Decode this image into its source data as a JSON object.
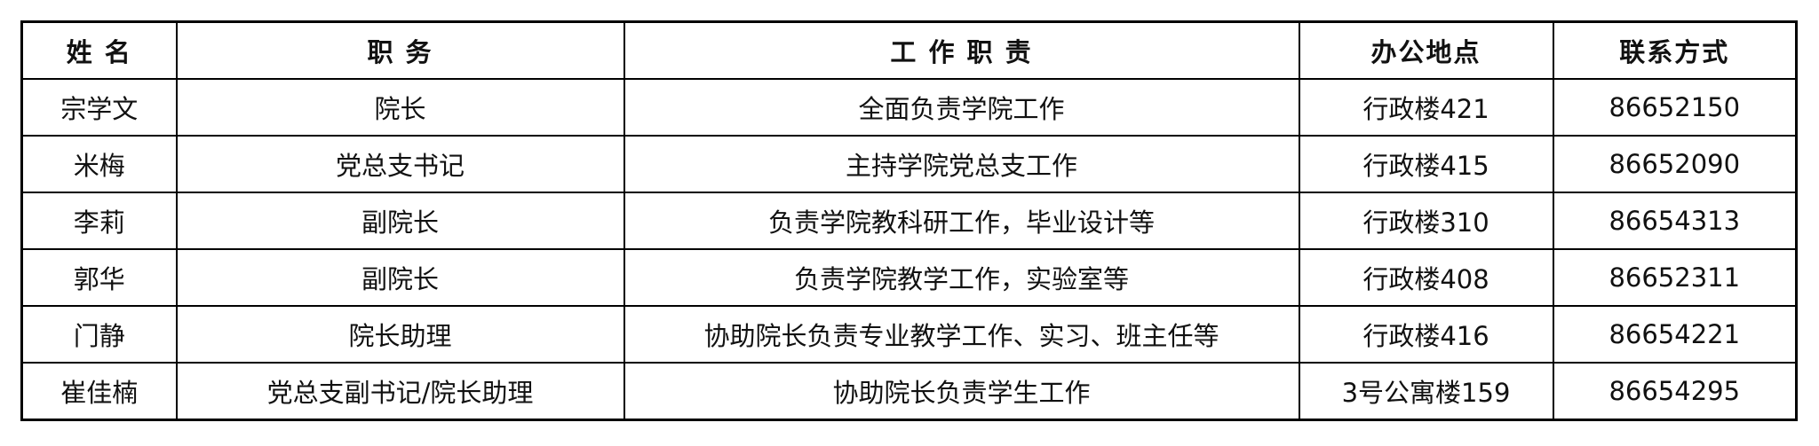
{
  "table": {
    "headers": [
      "姓 名",
      "职 务",
      "工 作 职 责",
      "办公地点",
      "联系方式"
    ],
    "rows": [
      [
        "宗学文",
        "院长",
        "全面负责学院工作",
        "行政楼421",
        "86652150"
      ],
      [
        "米梅",
        "党总支书记",
        "主持学院党总支工作",
        "行政楼415",
        "86652090"
      ],
      [
        "李莉",
        "副院长",
        "负责学院教科研工作，毕业设计等",
        "行政楼310",
        "86654313"
      ],
      [
        "郭华",
        "副院长",
        "负责学院教学工作，实验室等",
        "行政楼408",
        "86652311"
      ],
      [
        "门静",
        "院长助理",
        "协助院长负责专业教学工作、实习、班主任等",
        "行政楼416",
        "86654221"
      ],
      [
        "崔佳楠",
        "党总支副书记/院长助理",
        "协助院长负责学生工作",
        "3号公寓楼159",
        "86654295"
      ]
    ]
  }
}
